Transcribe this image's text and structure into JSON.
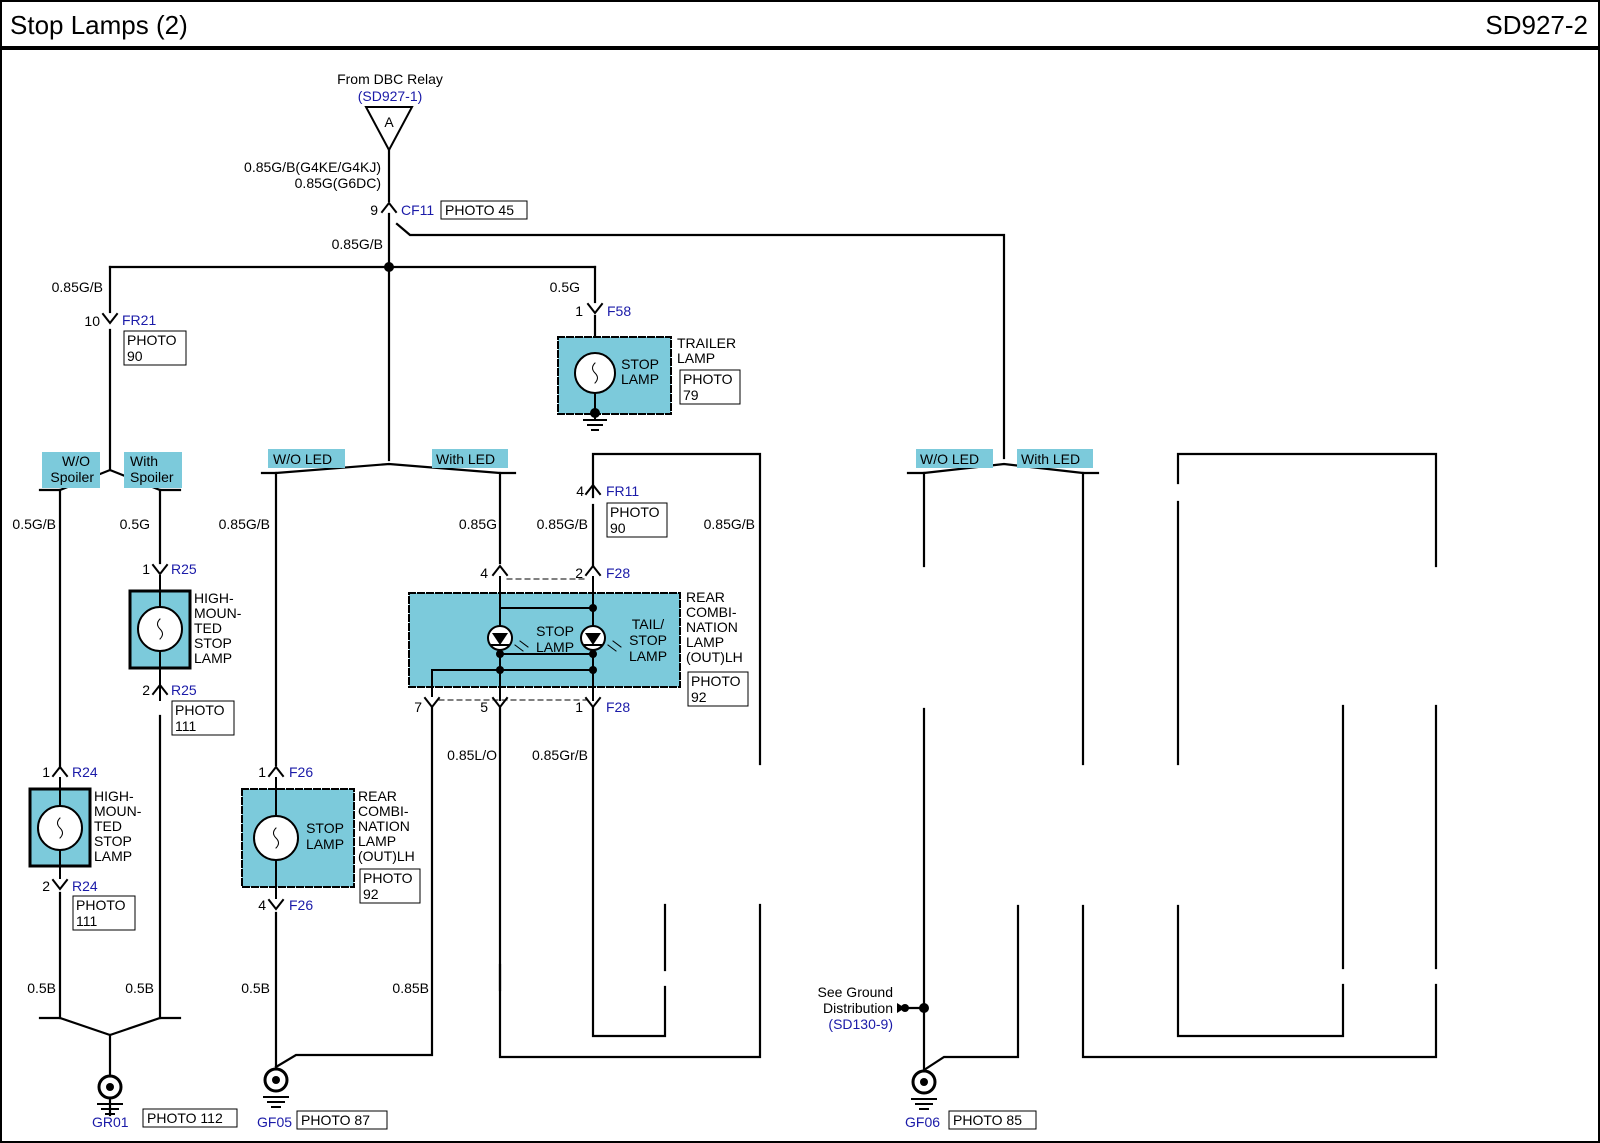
{
  "header": {
    "title": "Stop Lamps (2)",
    "code": "SD927-2"
  },
  "source": {
    "label": "From DBC Relay",
    "ref": "(SD927-1)",
    "connector_letter": "A",
    "wire_top_1": "0.85G/B(G4KE/G4KJ)",
    "wire_top_2": "0.85G(G6DC)",
    "cf11_pin": "9",
    "cf11": "CF11",
    "cf11_photo": "PHOTO 45",
    "wire_main": "0.85G/B"
  },
  "colors": {
    "component_fill": "#7ccadb",
    "connector_blue": "#1a1aa8",
    "wire": "#000000"
  },
  "left_wire": "0.85G/B",
  "fr21_top": {
    "pin": "10",
    "label": "FR21",
    "photo": [
      "PHOTO",
      "90"
    ]
  },
  "f58": {
    "wire": "0.5G",
    "pin": "1",
    "label": "F58"
  },
  "trailer": {
    "name": [
      "TRAILER",
      "LAMP"
    ],
    "lamp": [
      "STOP",
      "LAMP"
    ],
    "photo": [
      "PHOTO",
      "79"
    ]
  },
  "option_tags": {
    "wo_spoiler": [
      "W/O",
      "Spoiler"
    ],
    "with_spoiler": [
      "With",
      "Spoiler"
    ],
    "wo_led_l": "W/O LED",
    "with_led_l": "With LED",
    "wo_led_r": "W/O LED",
    "with_led_r": "With LED"
  },
  "hmsl_with": {
    "wire_top": "0.5G",
    "pin_top": "1",
    "conn_top": "R25",
    "name": [
      "HIGH-",
      "MOUN-",
      "TED",
      "STOP",
      "LAMP"
    ],
    "pin_bot": "2",
    "conn_bot": "R25",
    "photo": [
      "PHOTO",
      "111"
    ],
    "wire_bot": "0.5B"
  },
  "hmsl_wo": {
    "wire_top": "0.5G/B",
    "pin_top": "1",
    "conn_top": "R24",
    "name": [
      "HIGH-",
      "MOUN-",
      "TED",
      "STOP",
      "LAMP"
    ],
    "pin_bot": "2",
    "conn_bot": "R24",
    "photo": [
      "PHOTO",
      "111"
    ],
    "wire_bot": "0.5B"
  },
  "grounds": {
    "gr01": "GR01",
    "gr01_photo": "PHOTO 112",
    "gf05": "GF05",
    "gf05_photo": "PHOTO 87",
    "gf06": "GF06",
    "gf06_photo": "PHOTO 85",
    "see_ground": [
      "See Ground",
      "Distribution"
    ],
    "see_ref": "(SD130-9)"
  },
  "f26_block": {
    "wire_top": "0.85G/B",
    "pin_top": "1",
    "conn_top": "F26",
    "lamp": [
      "STOP",
      "LAMP"
    ],
    "name": [
      "REAR",
      "COMBI-",
      "NATION",
      "LAMP",
      "(OUT)LH"
    ],
    "photo": [
      "PHOTO",
      "92"
    ],
    "pin_bot": "4",
    "conn_bot": "F26",
    "wire_bot": "0.5B"
  },
  "f28_block": {
    "wire_a": "0.85G",
    "wire_b": "0.85G/B",
    "wire_c": "0.85G/B",
    "fr11_pin": "4",
    "fr11": "FR11",
    "fr11_photo": [
      "PHOTO",
      "90"
    ],
    "pin4": "4",
    "pin2": "2",
    "conn_top": "F28",
    "lamp1": [
      "STOP",
      "LAMP"
    ],
    "lamp2": [
      "TAIL/",
      "STOP",
      "LAMP"
    ],
    "name": [
      "REAR",
      "COMBI-",
      "NATION",
      "LAMP",
      "(OUT)LH"
    ],
    "photo": [
      "PHOTO",
      "92"
    ],
    "pin7": "7",
    "pin5": "5",
    "pin1": "1",
    "conn_bot": "F28",
    "wire_d": "0.85L/O",
    "wire_e": "0.85Gr/B",
    "wire_f": "0.85B"
  }
}
